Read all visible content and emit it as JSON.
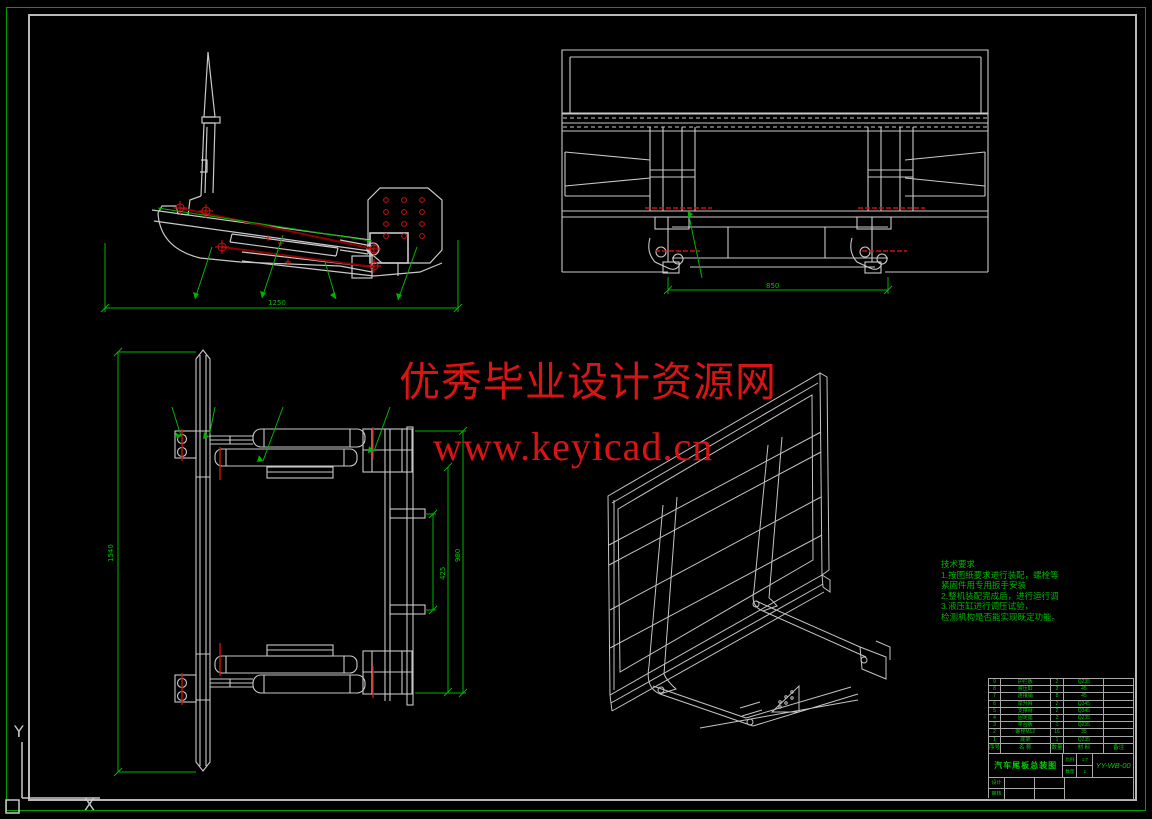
{
  "page": {
    "background": "#000000"
  },
  "frame": {
    "outer_border_color": "#00a000",
    "inner_border_color": "#b9b9b9"
  },
  "ucs": {
    "x_label": "X",
    "y_label": "Y"
  },
  "watermark": {
    "line1": "优秀毕业设计资源网",
    "line2": "www.keyicad.cn",
    "color": "#d81414"
  },
  "tech_notes": {
    "title": "技术要求",
    "lines": [
      "1.按图纸要求进行装配，螺栓等",
      "紧固件用专用扳手安装",
      "2.整机装配完成后，进行运行调试",
      "3.液压缸进行调压试验，",
      "检测机构是否能实现既定功能。"
    ]
  },
  "dimensions": {
    "side_bottom": "1250",
    "rear_bottom": "850",
    "plan_left": "1540",
    "plan_right_outer": "980",
    "plan_right_mid": "425"
  },
  "title_block": {
    "bom": {
      "headers": [
        "序号",
        "名  称",
        "数量",
        "材  料",
        "备注"
      ],
      "rows": [
        [
          "9",
          "护栏板",
          "2",
          "Q235",
          ""
        ],
        [
          "8",
          "液压缸",
          "2",
          "45",
          ""
        ],
        [
          "7",
          "连接销",
          "8",
          "45",
          ""
        ],
        [
          "6",
          "举升臂",
          "2",
          "Q345",
          ""
        ],
        [
          "5",
          "支撑臂",
          "2",
          "Q345",
          ""
        ],
        [
          "4",
          "固定座",
          "2",
          "Q235",
          ""
        ],
        [
          "3",
          "平台板",
          "1",
          "Q235",
          ""
        ],
        [
          "2",
          "螺栓M12",
          "16",
          "35",
          ""
        ],
        [
          "1",
          "底架",
          "1",
          "Q235",
          ""
        ]
      ]
    },
    "title": "汽车尾板总装图",
    "drawing_no": "YY-WB-00",
    "scale_label": "比例",
    "scale_value": "1:7",
    "qty_label": "数量",
    "qty_value": "1",
    "sign_rows": [
      {
        "label": "设计"
      },
      {
        "label": "审核"
      }
    ]
  }
}
